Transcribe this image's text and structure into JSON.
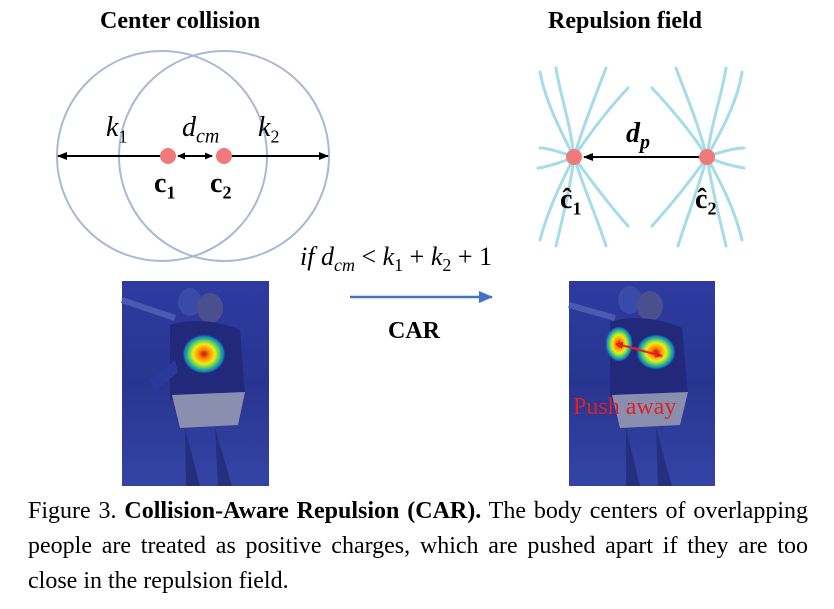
{
  "left_panel": {
    "title": "Center collision",
    "k1": "k",
    "k1_sub": "1",
    "dcm": "d",
    "dcm_sub": "cm",
    "k2": "k",
    "k2_sub": "2",
    "c1": "c",
    "c1_sub": "1",
    "c2": "c",
    "c2_sub": "2"
  },
  "right_panel": {
    "title": "Repulsion field",
    "dp": "d",
    "dp_sub": "p",
    "c1": "ĉ",
    "c1_sub": "1",
    "c2": "ĉ",
    "c2_sub": "2"
  },
  "condition": {
    "if": "if",
    "d": "d",
    "d_sub": "cm",
    "lt": "<",
    "k1": "k",
    "k1_sub": "1",
    "plus1": "+",
    "k2": "k",
    "k2_sub": "2",
    "plus2": "+",
    "one": "1"
  },
  "arrow_label": "CAR",
  "push_label": "Push away",
  "caption": {
    "prefix": "Figure 3.",
    "bold": "Collision-Aware Repulsion (CAR).",
    "text": "The body centers of overlapping people are treated as positive charges, which are pushed apart if they are too close in the repulsion field."
  },
  "colors": {
    "circle": "#a9b9d4",
    "center_dot": "#f07a7a",
    "field_line": "#a6dcea",
    "car_arrow": "#4472c4",
    "push_text": "#e02020",
    "heatmap_bg": "#1f2a8c"
  }
}
